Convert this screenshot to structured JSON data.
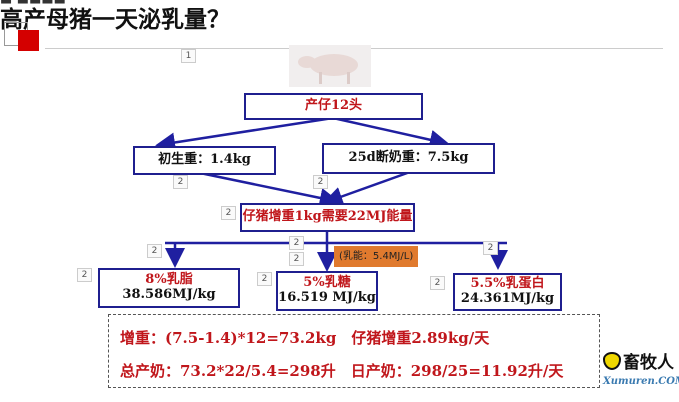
{
  "title": "高产母猪一天泌乳量？",
  "top_cut_text": "■ ■■■■",
  "tags": [
    "1",
    "2"
  ],
  "litter": "产仔12头",
  "birth_weight": "初生重：1.4kg",
  "wean_weight": "25d断奶重：7.5kg",
  "energy_need": "仔猪增重1kg需要22MJ能量",
  "milk_energy": "(乳能：5.4MJ/L)",
  "components": [
    {
      "name": "8%乳脂",
      "energy": "38.586MJ/kg"
    },
    {
      "name": "5%乳糖",
      "energy": "16.519 MJ/kg"
    },
    {
      "name": "5.5%乳蛋白",
      "energy": "24.361MJ/kg"
    }
  ],
  "calc_line1": "增重：(7.5-1.4)*12=73.2kg　仔猪增重2.89kg/天",
  "calc_line2": "总产奶：73.2*22/5.4=298升　日产奶：298/25=11.92升/天",
  "watermark": {
    "cn": "畜牧人",
    "en": "Xumuren.COM"
  },
  "colors": {
    "accent": "#d40000",
    "box_border": "#1f1f8f",
    "text_red": "#c0161b",
    "label_orange": "#e07a2e"
  }
}
